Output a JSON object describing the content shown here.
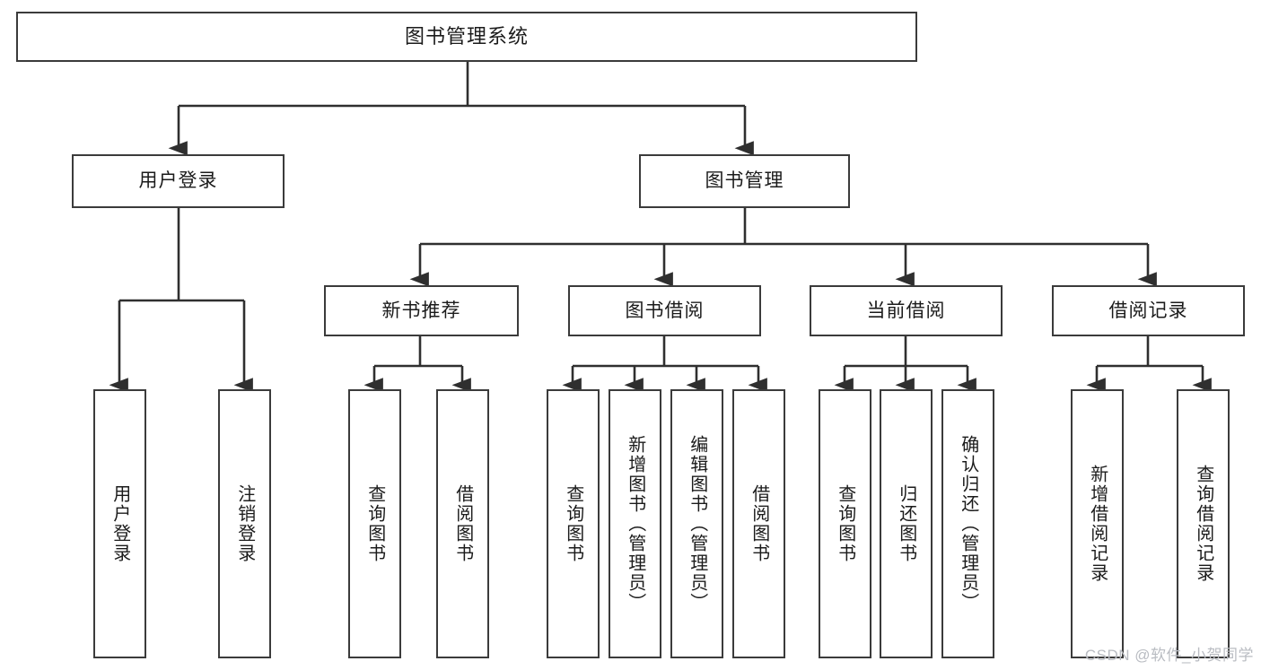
{
  "diagram": {
    "type": "tree",
    "title": "图书管理系统",
    "orientation": "top-down",
    "colors": {
      "box_border": "#3b3b3b",
      "box_fill": "#ffffff",
      "edge": "#2f2f2f",
      "text": "#1b1b1b",
      "watermark": "#b9bcc2",
      "background": "#ffffff"
    },
    "nodes": {
      "root": {
        "label": "图书管理系统",
        "level": 1
      },
      "level2": [
        {
          "id": "user-login",
          "label": "用户登录"
        },
        {
          "id": "book-manage",
          "label": "图书管理"
        }
      ],
      "level3": [
        {
          "id": "new-book-recommend",
          "label": "新书推荐",
          "parent": "book-manage"
        },
        {
          "id": "book-borrow",
          "label": "图书借阅",
          "parent": "book-manage"
        },
        {
          "id": "current-borrow",
          "label": "当前借阅",
          "parent": "book-manage"
        },
        {
          "id": "borrow-record",
          "label": "借阅记录",
          "parent": "book-manage"
        }
      ],
      "leaves": [
        {
          "id": "leaf-user-login",
          "label": "用户登录",
          "parent": "user-login"
        },
        {
          "id": "leaf-user-logout",
          "label": "注销登录",
          "parent": "user-login"
        },
        {
          "id": "leaf-query-book-1",
          "label": "查询图书",
          "parent": "new-book-recommend"
        },
        {
          "id": "leaf-borrow-book-1",
          "label": "借阅图书",
          "parent": "new-book-recommend"
        },
        {
          "id": "leaf-query-book-2",
          "label": "查询图书",
          "parent": "book-borrow"
        },
        {
          "id": "leaf-add-book",
          "label": "新增图书（管理员）",
          "parent": "book-borrow"
        },
        {
          "id": "leaf-edit-book",
          "label": "编辑图书（管理员）",
          "parent": "book-borrow"
        },
        {
          "id": "leaf-borrow-book-2",
          "label": "借阅图书",
          "parent": "book-borrow"
        },
        {
          "id": "leaf-query-book-3",
          "label": "查询图书",
          "parent": "current-borrow"
        },
        {
          "id": "leaf-return-book",
          "label": "归还图书",
          "parent": "current-borrow"
        },
        {
          "id": "leaf-confirm-return",
          "label": "确认归还（管理员）",
          "parent": "current-borrow"
        },
        {
          "id": "leaf-add-record",
          "label": "新增借阅记录",
          "parent": "borrow-record"
        },
        {
          "id": "leaf-query-record",
          "label": "查询借阅记录",
          "parent": "borrow-record"
        }
      ]
    }
  },
  "watermark": {
    "text": "CSDN @软件_小贺同学"
  }
}
